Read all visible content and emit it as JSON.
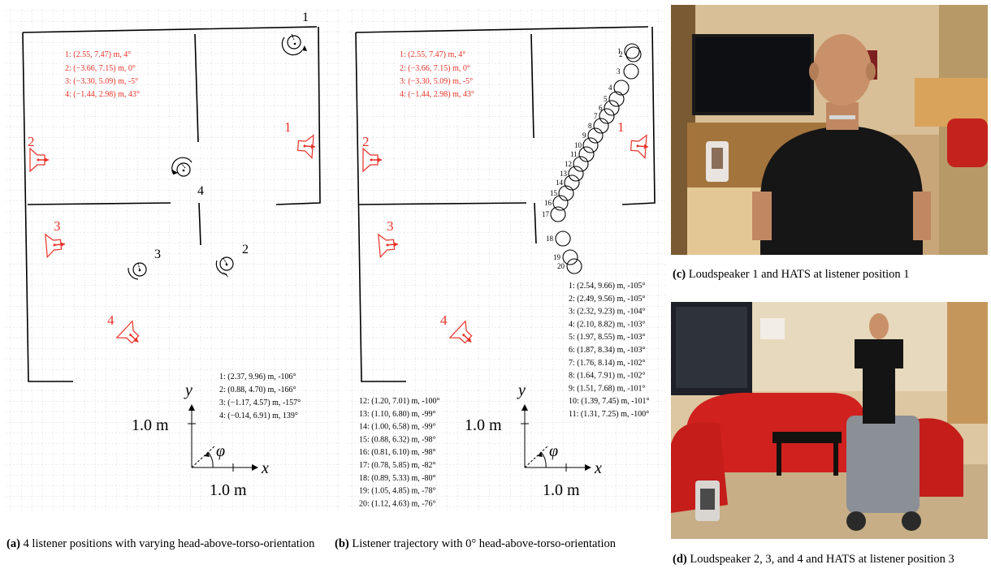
{
  "panel_a": {
    "speaker_legend": [
      "1: (2.55, 7.47) m, 4°",
      "2: (−3.66, 7.15) m, 0°",
      "3: (−3.30, 5.09) m, -5°",
      "4: (−1.44, 2.98) m, 43°"
    ],
    "listener_legend": [
      "1: (2.37, 9.96) m, -106°",
      "2: (0.88, 4.70) m, -166°",
      "3: (−1.17, 4.57) m, -157°",
      "4: (−0.14, 6.91) m, 139°"
    ],
    "speaker_labels": [
      "1",
      "2",
      "3",
      "4"
    ],
    "listener_labels": [
      "1",
      "2",
      "3",
      "4"
    ],
    "axis_x": "x",
    "axis_y": "y",
    "axis_phi": "φ",
    "scale_x": "1.0 m",
    "scale_y": "1.0 m",
    "caption_tag": "(a)",
    "caption_text": "4 listener positions with varying head-above-torso-orientation"
  },
  "panel_b": {
    "speaker_legend": [
      "1: (2.55, 7.47) m, 4°",
      "2: (−3.66, 7.15) m, 0°",
      "3: (−3.30, 5.09) m, -5°",
      "4: (−1.44, 2.98) m, 43°"
    ],
    "traj_legend_right": [
      "1: (2.54, 9.66) m, -105°",
      "2: (2.49, 9.56) m, -105°",
      "3: (2.32, 9.23) m, -104°",
      "4: (2.10, 8.82) m, -103°",
      "5: (1.97, 8.55) m, -103°",
      "6: (1.87, 8.34) m, -103°",
      "7: (1.76, 8.14) m, -102°",
      "8: (1.64, 7.91) m, -102°",
      "9: (1.51, 7.68) m, -101°",
      "10: (1.39, 7.45) m, -101°",
      "11: (1.31, 7.25) m, -100°"
    ],
    "traj_legend_left": [
      "12: (1.20, 7.01) m, -100°",
      "13: (1.10, 6.80) m, -99°",
      "14: (1.00, 6.58) m, -99°",
      "15: (0.88, 6.32) m, -98°",
      "16: (0.81, 6.10) m, -98°",
      "17: (0.78, 5.85) m, -82°",
      "18: (0.89, 5.33) m, -80°",
      "19: (1.05, 4.85) m, -78°",
      "20: (1.12, 4.63) m, -76°"
    ],
    "speaker_labels": [
      "1",
      "2",
      "3",
      "4"
    ],
    "traj_labels": [
      "1",
      "2",
      "3",
      "4",
      "5",
      "6",
      "7",
      "8",
      "9",
      "10",
      "11",
      "12",
      "13",
      "14",
      "15",
      "16",
      "17",
      "18",
      "19",
      "20"
    ],
    "axis_x": "x",
    "axis_y": "y",
    "axis_phi": "φ",
    "scale_x": "1.0 m",
    "scale_y": "1.0 m",
    "caption_tag": "(b)",
    "caption_text": "Listener trajectory with 0° head-above-torso-orientation"
  },
  "panel_c": {
    "caption_tag": "(c)",
    "caption_text": "Loudspeaker 1 and HATS at listener position 1"
  },
  "panel_d": {
    "caption_tag": "(d)",
    "caption_text": "Loudspeaker 2, 3, and 4 and HATS at listener position 3"
  },
  "colors": {
    "speaker": "#e8322a",
    "listener": "#000000",
    "grid": "#bdbdbd"
  }
}
